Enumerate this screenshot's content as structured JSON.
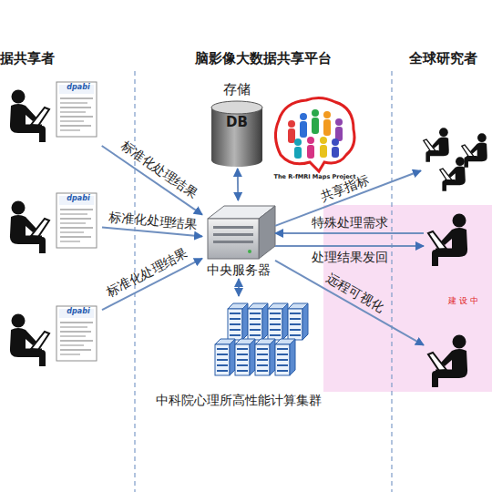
{
  "diagram": {
    "nodes": [
      {
        "text": [
          "据共享者"
        ]
      },
      {
        "text": [
          "dpabi"
        ],
        "in": 0
      },
      {
        "text": [
          "dpabi"
        ],
        "in": 0
      },
      {
        "text": [
          "dpabi"
        ],
        "in": 0
      },
      {
        "text": [
          "脑影像大数据共享平台"
        ]
      },
      {
        "text": [
          "存储",
          "DB"
        ],
        "in": 4
      },
      {
        "text": [
          "The R-fMRI Maps Project"
        ],
        "in": 4
      },
      {
        "text": [
          "中央服务器"
        ],
        "in": 4
      },
      {
        "text": [
          "中科院心理所高性能计算集群"
        ],
        "in": 4
      },
      {
        "text": [
          "全球研究者"
        ]
      },
      {
        "text": [],
        "in": 9
      },
      {
        "text": [
          "建设中"
        ],
        "in": 9
      },
      {
        "text": [],
        "in": 11
      },
      {
        "text": [],
        "in": 11
      }
    ],
    "edges": [
      {
        "from": 1,
        "to": 7,
        "arrow": "to",
        "label": "标准化处理结果"
      },
      {
        "from": 2,
        "to": 7,
        "arrow": "to",
        "label": "标准化处理结果"
      },
      {
        "from": 3,
        "to": 7,
        "arrow": "to",
        "label": "标准化处理结果"
      },
      {
        "from": 5,
        "to": 7,
        "arrow": "both"
      },
      {
        "from": 7,
        "to": 8,
        "arrow": "both"
      },
      {
        "from": 7,
        "to": 10,
        "arrow": "to",
        "label": "共享指标"
      },
      {
        "from": 12,
        "to": 7,
        "arrow": "to",
        "label": "特殊处理需求"
      },
      {
        "from": 7,
        "to": 12,
        "arrow": "to",
        "label": "处理结果发回"
      },
      {
        "from": 7,
        "to": 13,
        "arrow": "to",
        "label": "远程可视化"
      }
    ]
  }
}
